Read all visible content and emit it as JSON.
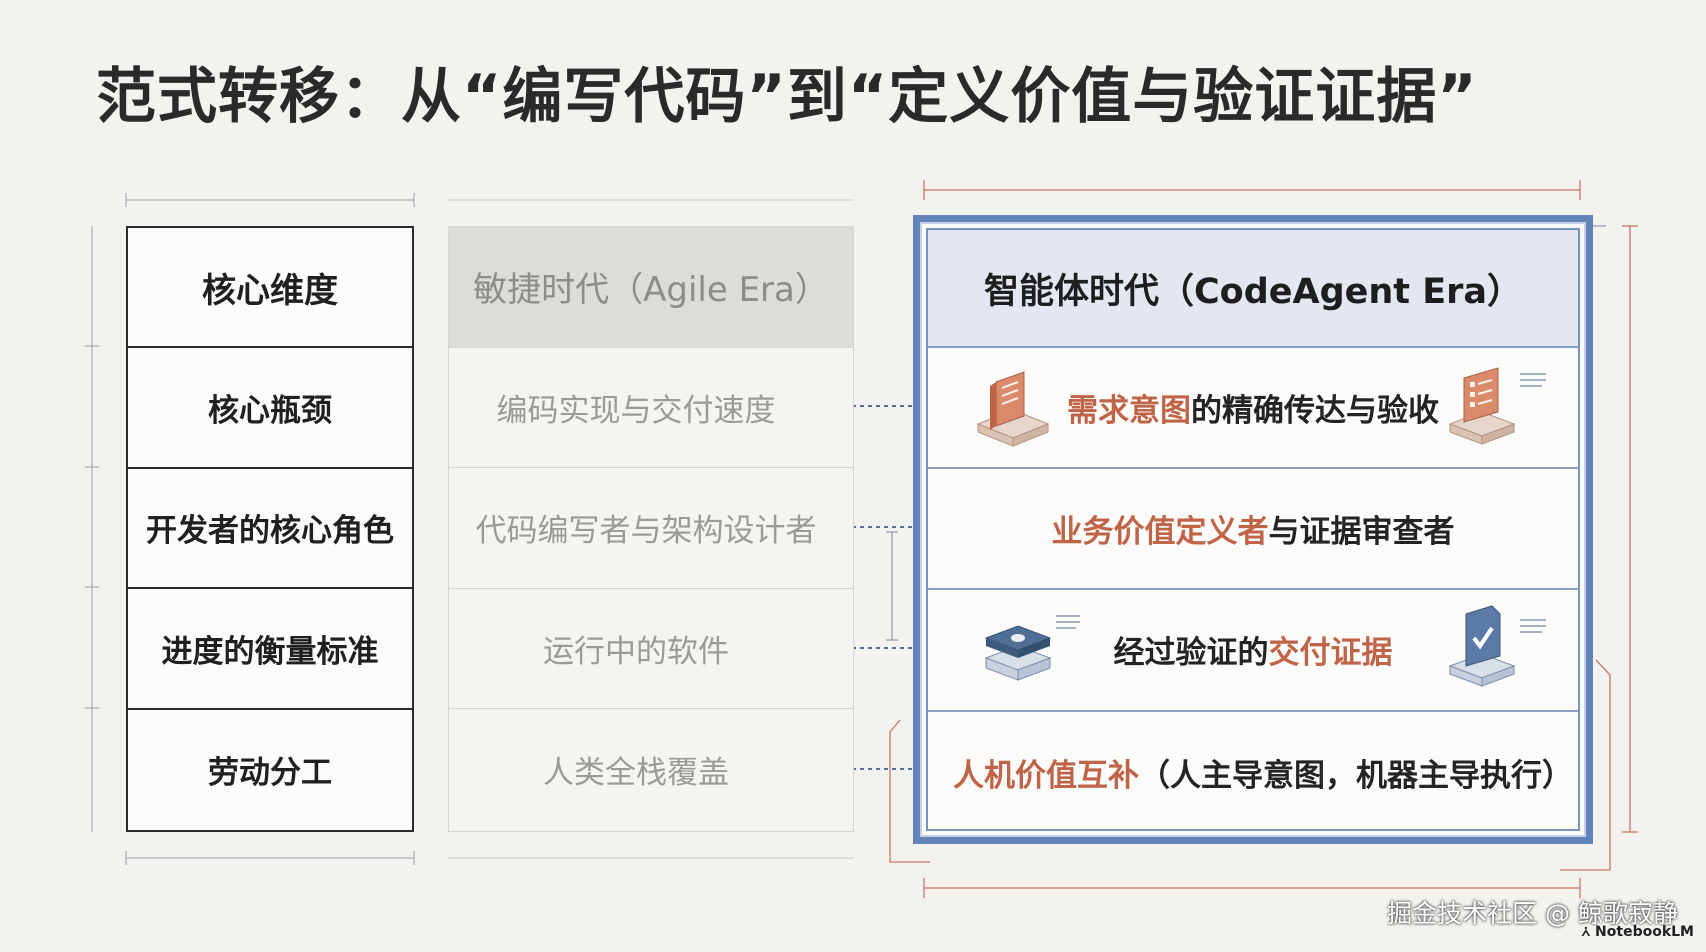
{
  "title": "范式转移：从“编写代码”到“定义价值与验证证据”",
  "dimensions": {
    "header": "核心维度",
    "rows": [
      "核心瓶颈",
      "开发者的核心角色",
      "进度的衡量标准",
      "劳动分工"
    ]
  },
  "agile": {
    "header": "敏捷时代（Agile Era）",
    "rows": [
      "编码实现与交付速度",
      "代码编写者与架构设计者",
      "运行中的软件",
      "人类全栈覆盖"
    ]
  },
  "codeagent": {
    "header": "智能体时代（CodeAgent Era）",
    "rows": [
      {
        "accent": "需求意图",
        "rest": "的精确传达与验收"
      },
      {
        "accent": "业务价值定义者",
        "rest": "与证据审查者"
      },
      {
        "prefix": "经过验证的",
        "accent": "交付证据"
      },
      {
        "accent": "人机价值互补",
        "rest": "（人主导意图，机器主导执行）"
      }
    ]
  },
  "icons": [
    "document-stack-icon",
    "checklist-icon",
    "lock-cube-icon",
    "verified-file-icon"
  ],
  "colors": {
    "accent": "#c06448",
    "frame": "#6283b8",
    "head_bg": "#e3e8f0"
  },
  "watermark": {
    "line1": "掘金技术社区 @ 鲸歌寂静",
    "line2": "NotebookLM"
  }
}
